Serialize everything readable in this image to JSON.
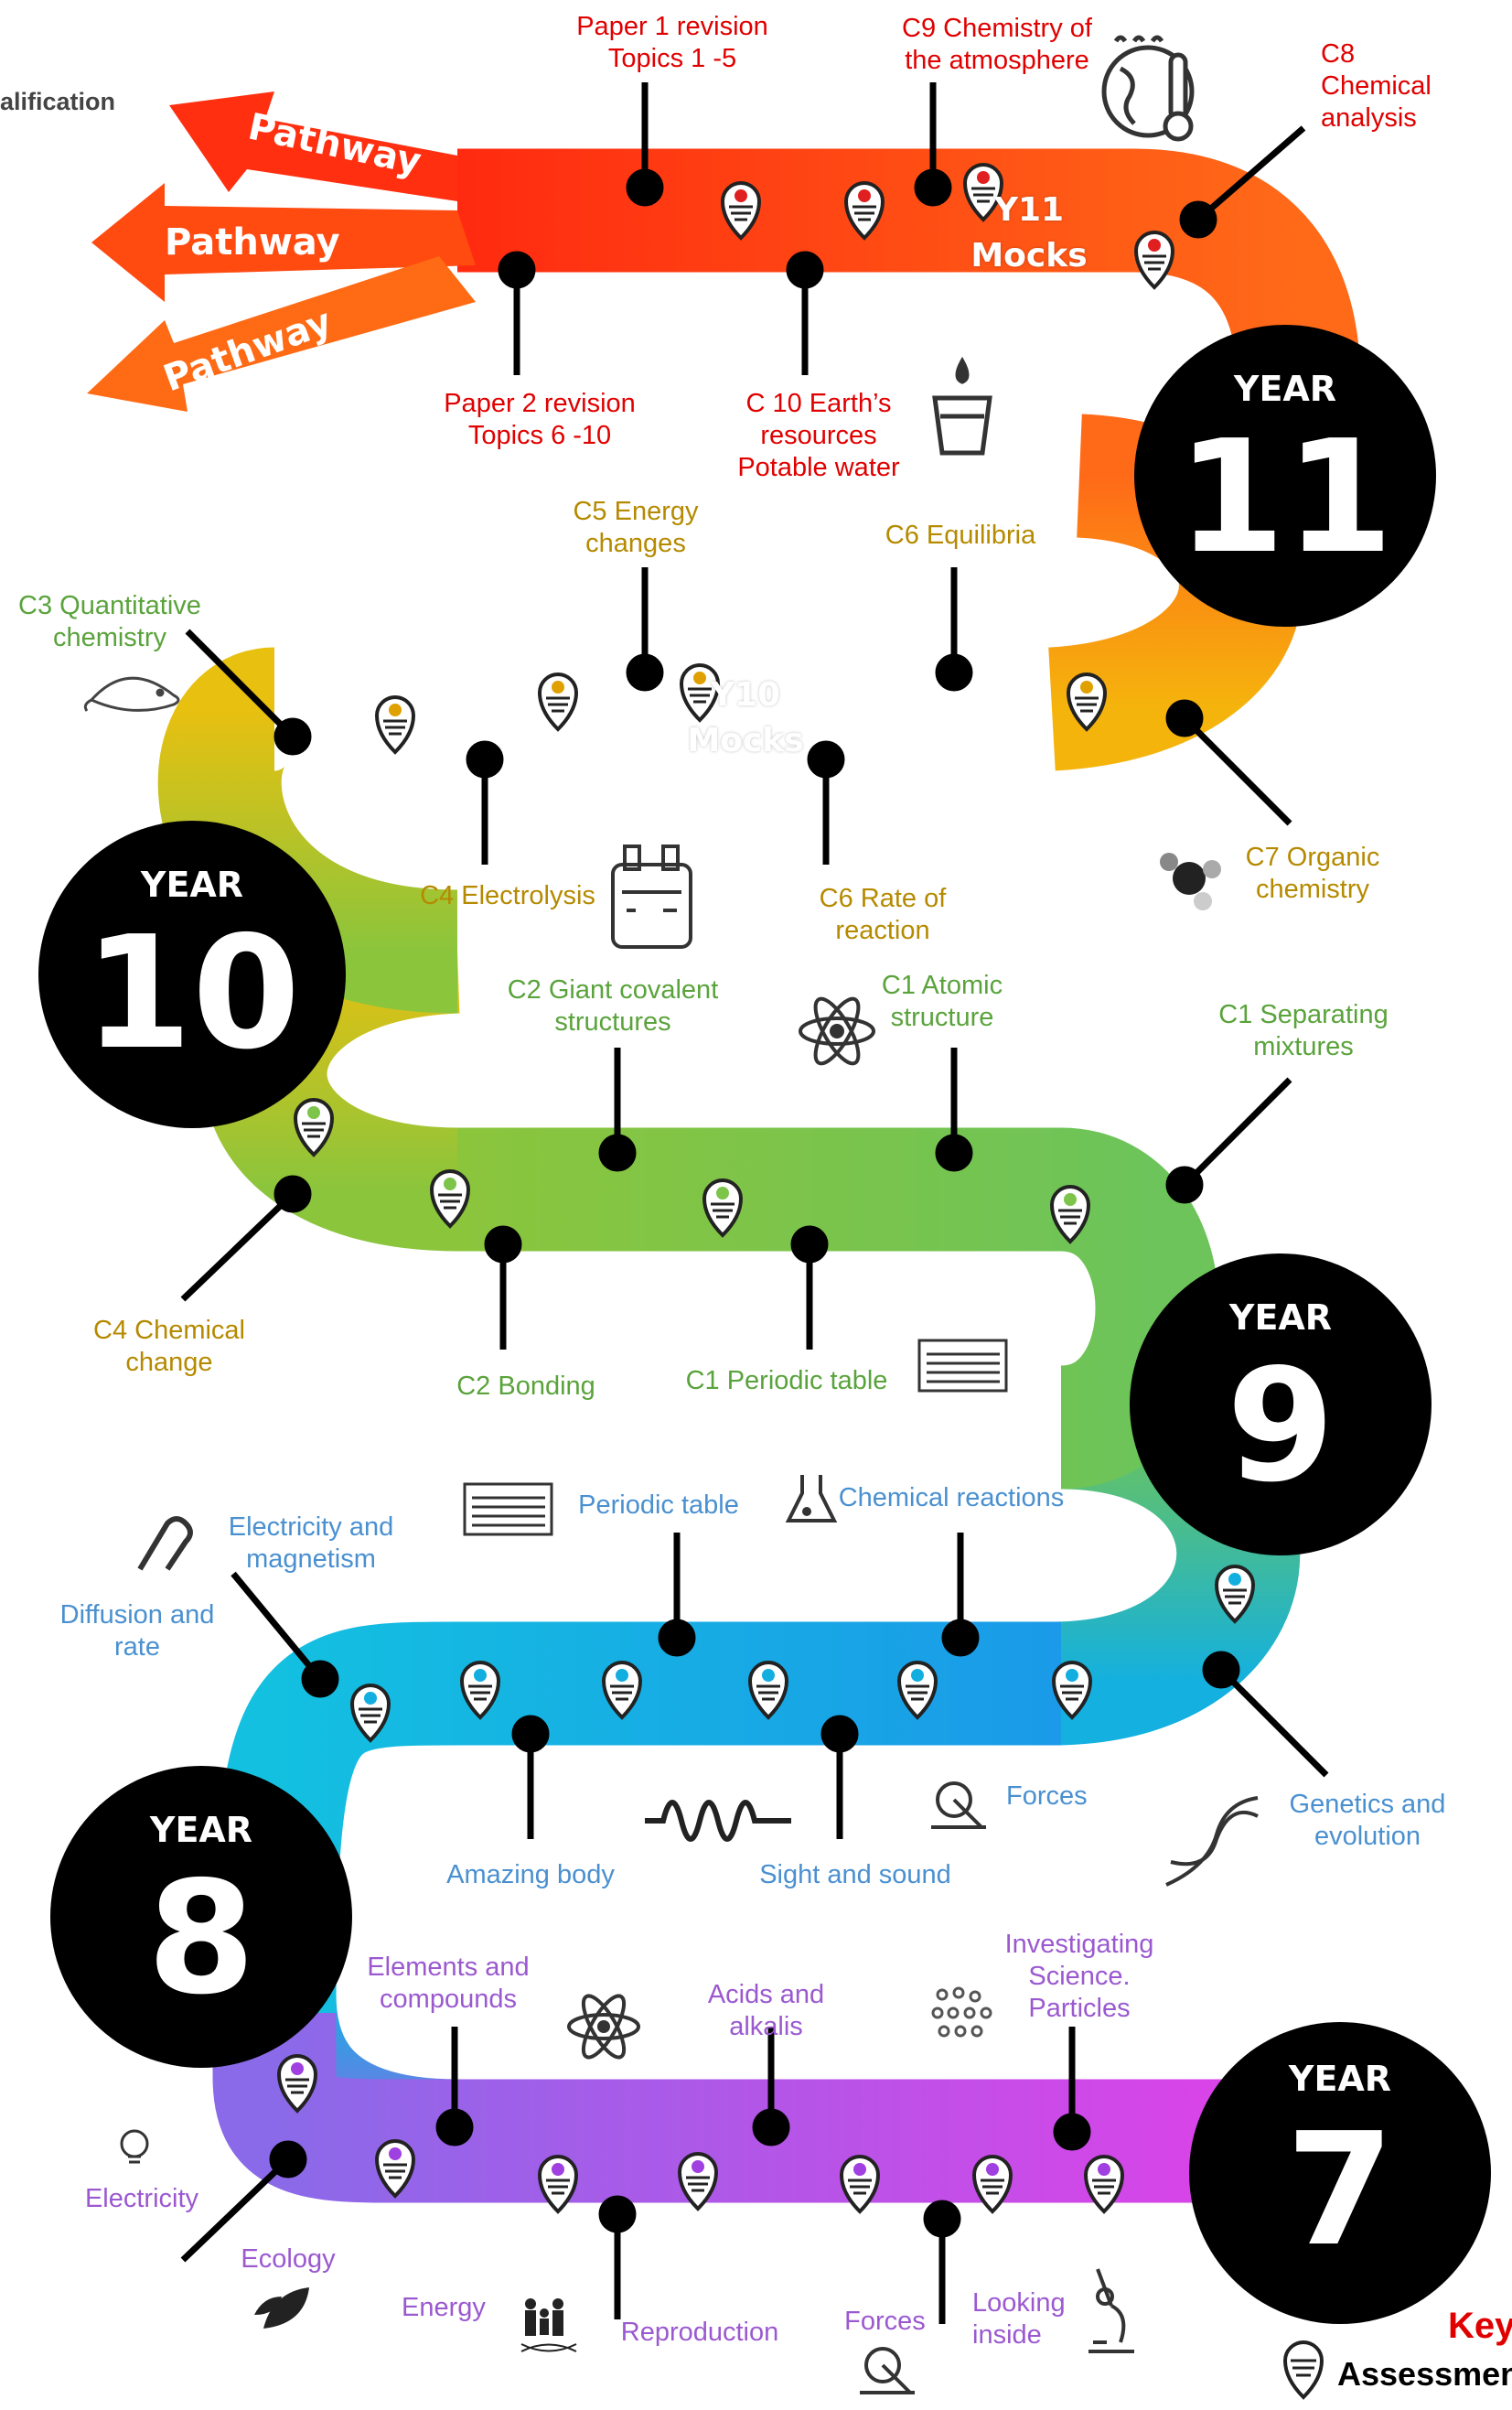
{
  "header_fragment": "alification",
  "pathways": [
    "Pathway",
    "Pathway",
    "Pathway"
  ],
  "years": [
    {
      "word": "YEAR",
      "number": "11"
    },
    {
      "word": "YEAR",
      "number": "10"
    },
    {
      "word": "YEAR",
      "number": "9"
    },
    {
      "word": "YEAR",
      "number": "8"
    },
    {
      "word": "YEAR",
      "number": "7"
    }
  ],
  "mocks": {
    "y11": "Y11\nMocks",
    "y10": "Y10\nMocks"
  },
  "year11_topics": {
    "paper1": "Paper 1 revision\nTopics 1 -5",
    "c9": "C9 Chemistry of\nthe atmosphere",
    "c8": "C8\nChemical\nanalysis",
    "paper2": "Paper 2 revision\nTopics 6 -10",
    "c10": "C 10 Earth’s\nresources\nPotable water"
  },
  "year10_topics": {
    "c5": "C5 Energy\nchanges",
    "c6eq": "C6 Equilibria",
    "c3": "C3 Quantitative\nchemistry",
    "c4el": "C4 Electrolysis",
    "c6rate": "C6 Rate of\nreaction",
    "c7": "C7 Organic\nchemistry"
  },
  "year9_topics": {
    "c2giant": "C2 Giant covalent\nstructures",
    "c1atomic": "C1 Atomic\nstructure",
    "c1sep": "C1 Separating\nmixtures",
    "c4chem": "C4 Chemical\nchange",
    "c2bond": "C2 Bonding",
    "c1periodic": "C1 Periodic table"
  },
  "year8_topics": {
    "periodic": "Periodic table",
    "chemreact": "Chemical reactions",
    "elec_mag": "Electricity and\nmagnetism",
    "diffusion": "Diffusion and\nrate",
    "amazing": "Amazing body",
    "sight": "Sight and sound",
    "forces": "Forces",
    "genetics": "Genetics and\nevolution"
  },
  "year7_topics": {
    "elements": "Elements and\ncompounds",
    "acids": "Acids and\nalkalis",
    "investigating": "Investigating\nScience.\nParticles",
    "electricity": "Electricity",
    "ecology": "Ecology",
    "energy": "Energy",
    "reproduction": "Reproduction",
    "forces": "Forces",
    "looking": "Looking\ninside"
  },
  "key": {
    "title": "Key",
    "assessment": "Assessment"
  },
  "colors": {
    "year11": "#ff4a14",
    "year10": "#f2b70f",
    "year9": "#7cc44a",
    "year8": "#13aee0",
    "year7": "#b45ef0",
    "circle": "#000000",
    "red_text": "#e00000",
    "gold_text": "#b58a00",
    "green_text": "#5aa33c",
    "blue_text": "#4a90d0",
    "purple_text": "#9b59d0"
  },
  "icons": [
    "earth-thermometer-icon",
    "water-glass-icon",
    "mouse-icon",
    "electrolysis-kit-icon",
    "molecule-icon",
    "atom-icon",
    "periodic-table-icon",
    "magnet-icon",
    "flask-icon",
    "wave-icon",
    "pulley-icon",
    "dna-icon",
    "lightbulb-icon",
    "leaf-icon",
    "family-dna-icon",
    "microscope-icon",
    "particles-icon",
    "assessment-marker-icon"
  ]
}
